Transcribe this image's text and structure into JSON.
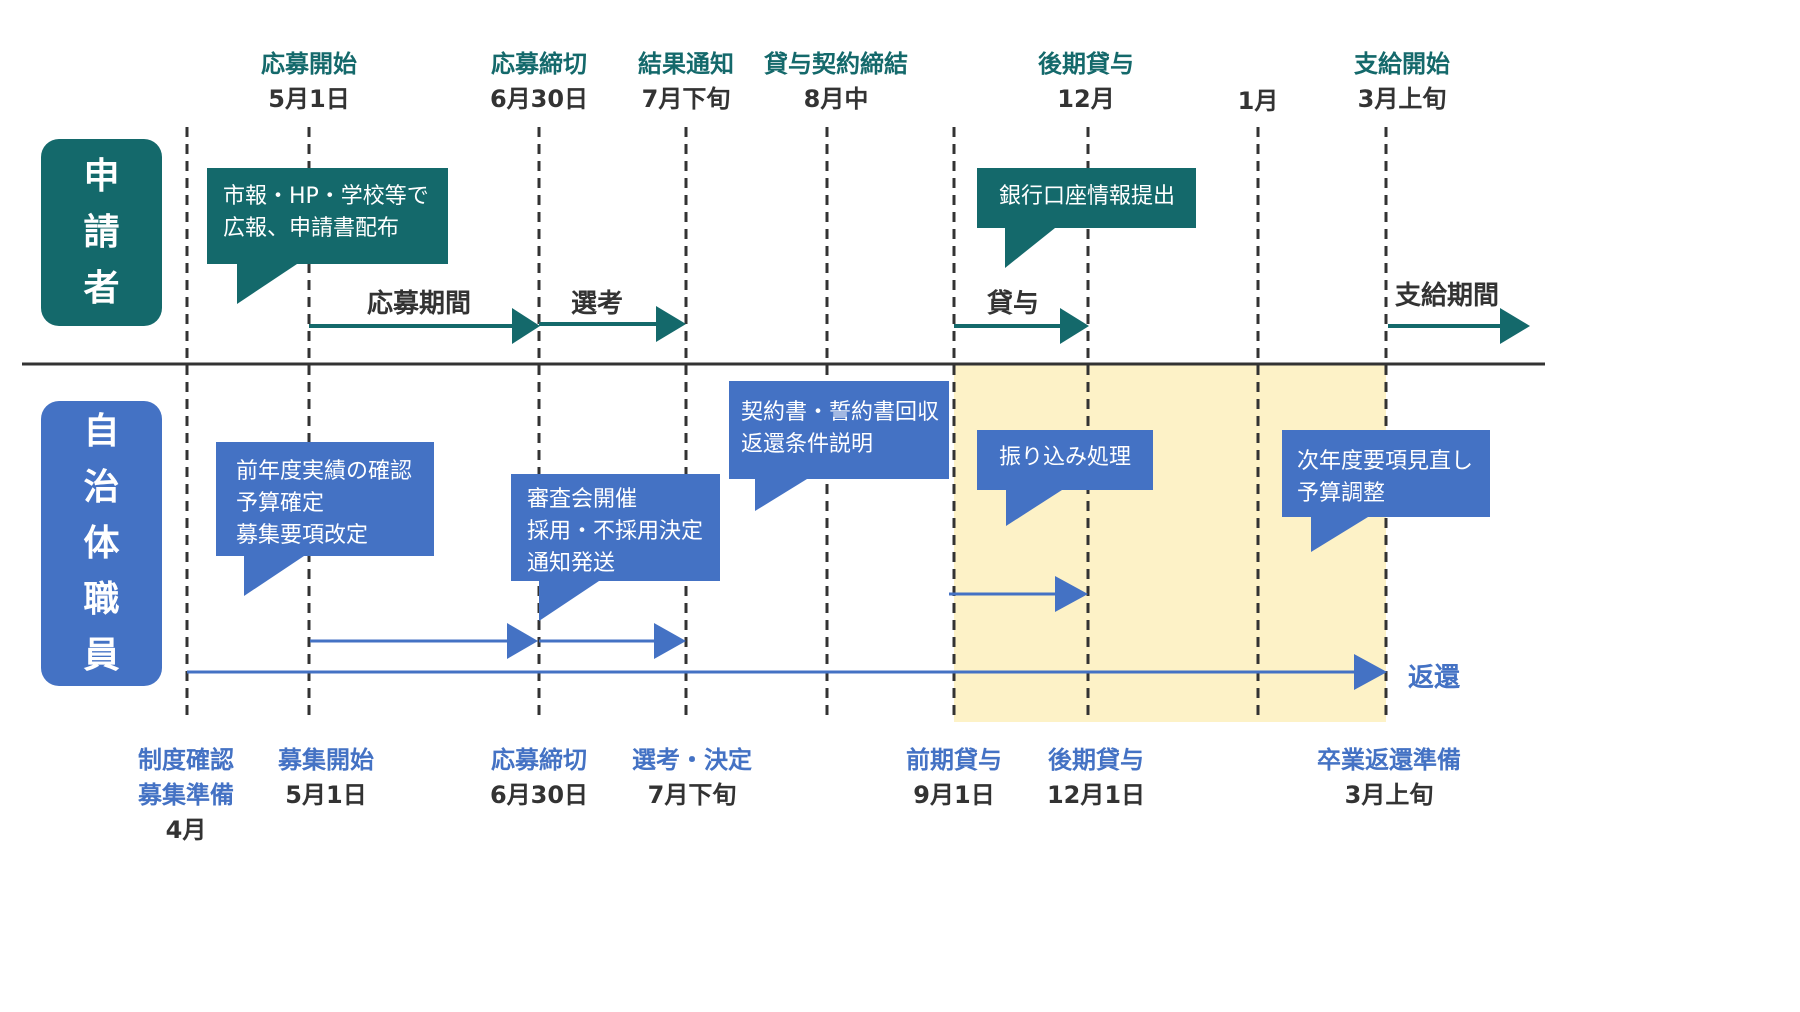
{
  "colors": {
    "teal": "#14696b",
    "blue": "#4472c4",
    "highlight": "#fdf2c7",
    "text": "#333333",
    "divider": "#333333"
  },
  "lanes": {
    "applicant": [
      "申",
      "請",
      "者"
    ],
    "staff": [
      "自",
      "治",
      "体",
      "職",
      "員"
    ]
  },
  "top_milestones": [
    {
      "title": "応募開始",
      "date": "5月1日"
    },
    {
      "title": "応募締切",
      "date": "6月30日"
    },
    {
      "title": "結果通知",
      "date": "7月下旬"
    },
    {
      "title": "貸与契約締結",
      "date": "8月中"
    },
    {
      "title": "後期貸与",
      "date": "12月"
    },
    {
      "title": "",
      "date": "1月"
    },
    {
      "title": "支給開始",
      "date": "3月上旬"
    }
  ],
  "bottom_milestones": [
    {
      "title": "制度確認",
      "title2": "募集準備",
      "date": "4月"
    },
    {
      "title": "募集開始",
      "date": "5月1日"
    },
    {
      "title": "応募締切",
      "date": "6月30日"
    },
    {
      "title": "選考・決定",
      "date": "7月下旬"
    },
    {
      "title": "前期貸与",
      "date": "9月1日"
    },
    {
      "title": "後期貸与",
      "date": "12月1日"
    },
    {
      "title": "卒業返還準備",
      "date": "3月上旬"
    }
  ],
  "applicant_notes": [
    {
      "lines": [
        "市報・HP・学校等で",
        "広報、申請書配布"
      ]
    },
    {
      "lines": [
        "銀行口座情報提出"
      ]
    }
  ],
  "staff_notes": [
    {
      "lines": [
        "前年度実績の確認",
        "予算確定",
        "募集要項改定"
      ]
    },
    {
      "lines": [
        "審査会開催",
        "採用・不採用決定",
        "通知発送"
      ]
    },
    {
      "lines": [
        "契約書・誓約書回収",
        "返還条件説明"
      ]
    },
    {
      "lines": [
        "振り込み処理"
      ]
    },
    {
      "lines": [
        "次年度要項見直し",
        "予算調整"
      ]
    }
  ],
  "applicant_phases": [
    "応募期間",
    "選考",
    "貸与",
    "支給期間"
  ],
  "staff_phases": [
    "返還"
  ]
}
